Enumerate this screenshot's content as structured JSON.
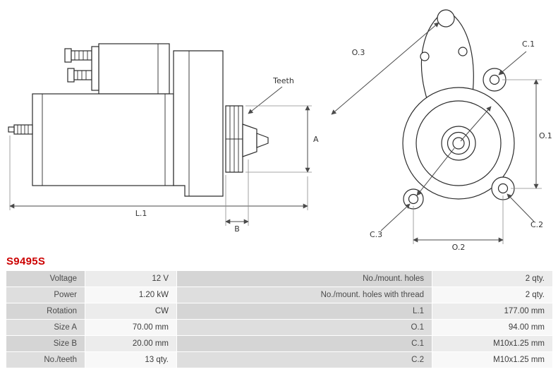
{
  "part_number": "S9495S",
  "diagram": {
    "labels": {
      "teeth": "Teeth",
      "a": "A",
      "l1": "L.1",
      "b": "B",
      "o1": "O.1",
      "o2": "O.2",
      "o3": "O.3",
      "c1": "C.1",
      "c2": "C.2",
      "c3": "C.3"
    }
  },
  "table": {
    "rows": [
      {
        "label1": "Voltage",
        "value1": "12 V",
        "label2": "No./mount. holes",
        "value2": "2 qty."
      },
      {
        "label1": "Power",
        "value1": "1.20 kW",
        "label2": "No./mount. holes with thread",
        "value2": "2 qty."
      },
      {
        "label1": "Rotation",
        "value1": "CW",
        "label2": "L.1",
        "value2": "177.00 mm"
      },
      {
        "label1": "Size A",
        "value1": "70.00 mm",
        "label2": "O.1",
        "value2": "94.00 mm"
      },
      {
        "label1": "Size B",
        "value1": "20.00 mm",
        "label2": "C.1",
        "value2": "M10x1.25 mm"
      },
      {
        "label1": "No./teeth",
        "value1": "13 qty.",
        "label2": "C.2",
        "value2": "M10x1.25 mm"
      }
    ]
  }
}
